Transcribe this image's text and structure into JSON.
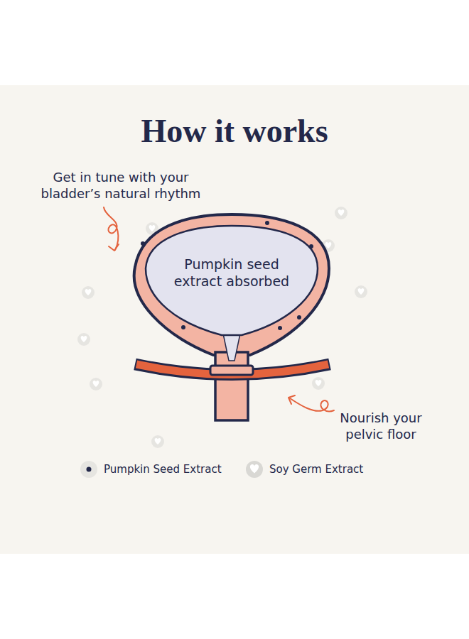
{
  "diagram": {
    "title": "How it works",
    "nodes": [
      {
        "text": [
          "Pumpkin seed extract absorbed"
        ]
      }
    ],
    "labels": [
      "Get in tune with your bladder’s natural rhythm",
      "Nourish your pelvic floor"
    ],
    "legend": [
      {
        "text": "Pumpkin Seed Extract",
        "color": "#23284a"
      },
      {
        "text": "Soy Germ Extract",
        "color": "#d9d8d4"
      }
    ]
  }
}
